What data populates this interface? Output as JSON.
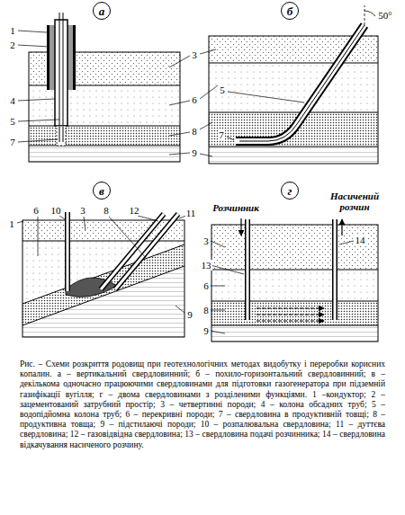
{
  "diagram": {
    "caption": "Рис. – Схеми розкриття родовищ при геотехнологічних методах видобутку і переробки корисних копалин. а – вертикальний свердловинний; б – похило-горизонтальний свердловинний; в – декількома одночасно працюючими свердловинами для підготовки газогенератора при підземній газифікації вугілля; г – двома свердловинами з розділеними функціями. 1 –кондуктор; 2 – зацементований затрубний простір; 3 – четвертинні породи; 4 – колона обсадних труб; 5 – водопідйомна колона труб; 6 – перекривні породи; 7 – свердловина в продуктивній товщі; 8 – продуктивна товща; 9 – підстилаючі породи; 10 – розпалювальна свердловина; 11 – дуттєва свердловина; 12 – газовідвідна свердловина; 13 – свердловина подачі розчинника; 14 – свердловина відкачування насиченого розчину.",
    "nodes": [
      {
        "text": [
          "а"
        ]
      },
      {
        "text": [
          "б"
        ]
      },
      {
        "text": [
          "в"
        ]
      },
      {
        "text": [
          "г"
        ]
      }
    ],
    "labels": [
      "1",
      "2",
      "4",
      "5",
      "7",
      "3",
      "6",
      "8",
      "9",
      "50°",
      "5",
      "7",
      "6",
      "10",
      "3",
      "8",
      "12",
      "11",
      "9",
      "1",
      "Розчинник",
      "Насичений розчин",
      "14",
      "3",
      "13",
      "6",
      "8",
      "9"
    ]
  }
}
